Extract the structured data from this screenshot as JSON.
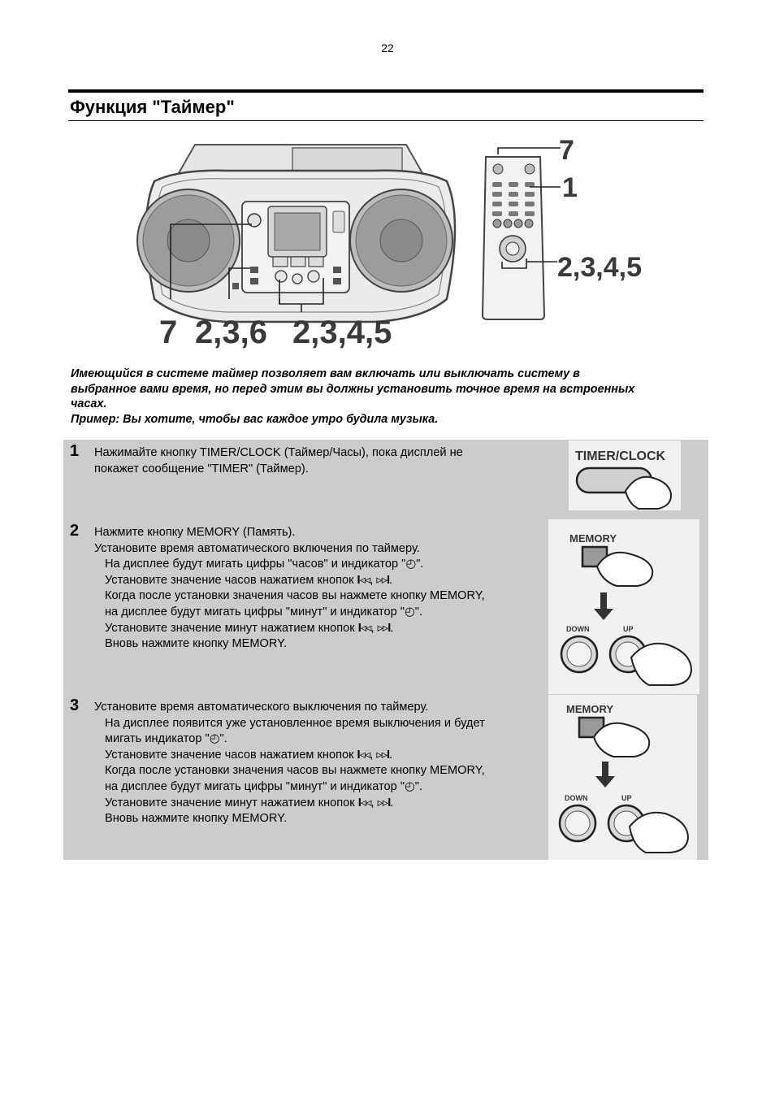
{
  "page": {
    "number": "22"
  },
  "title": "Функция \"Таймер\"",
  "figure": {
    "callouts_main": [
      "7",
      "2,3,6",
      "2,3,4,5"
    ],
    "callouts_remote": [
      "7",
      "1",
      "2,3,4,5"
    ]
  },
  "intro": {
    "line1": "Имеющийся в системе таймер позволяет вам включать или выключать систему в",
    "line2": "выбранное вами время, но перед этим вы должны установить точное время на встроенных",
    "line3": "часах.",
    "example": "Пример: Вы хотите, чтобы вас каждое утро будила музыка."
  },
  "symbols": {
    "clock": "◴",
    "prev": "I◃◃",
    "next": "▹▹I",
    "sep": ", ",
    "end": "."
  },
  "steps": [
    {
      "number": "1",
      "lines": [
        "Нажимайте кнопку TIMER/CLOCK (Таймер/Часы), пока дисплей не",
        "покажет сообщение \"TIMER\" (Таймер)."
      ],
      "illustration": {
        "button_label": "TIMER/CLOCK"
      }
    },
    {
      "number": "2",
      "line1": "Нажмите кнопку MEMORY (Память).",
      "line2": "Установите время автоматического включения по таймеру.",
      "line3a": "На дисплее будут мигать цифры \"часов\" и индикатор \"",
      "line3b": "\".",
      "line4": "Установите значение часов нажатием кнопок ",
      "line5": "Когда после установки значения часов вы нажмете кнопку MEMORY,",
      "line6a": "на дисплее будут мигать цифры \"минут\" и индикатор \"",
      "line6b": "\".",
      "line7": "Установите значение минут нажатием кнопок ",
      "line8": "Вновь нажмите кнопку MEMORY.",
      "illustration": {
        "memory_label": "MEMORY",
        "down_label": "DOWN",
        "up_label": "UP"
      }
    },
    {
      "number": "3",
      "line1": "Установите время автоматического выключения по таймеру.",
      "line2": "На дисплее появится уже установленное время выключения и будет",
      "line3a": "мигать индикатор \"",
      "line3b": "\".",
      "line4": "Установите значение часов нажатием кнопок ",
      "line5": "Когда после установки значения часов вы нажмете кнопку MEMORY,",
      "line6a": "на дисплее будут мигать цифры \"минут\" и индикатор \"",
      "line6b": "\".",
      "line7": "Установите значение минут нажатием кнопок ",
      "line8": "Вновь нажмите кнопку MEMORY.",
      "illustration": {
        "memory_label": "MEMORY",
        "down_label": "DOWN",
        "up_label": "UP"
      }
    }
  ]
}
